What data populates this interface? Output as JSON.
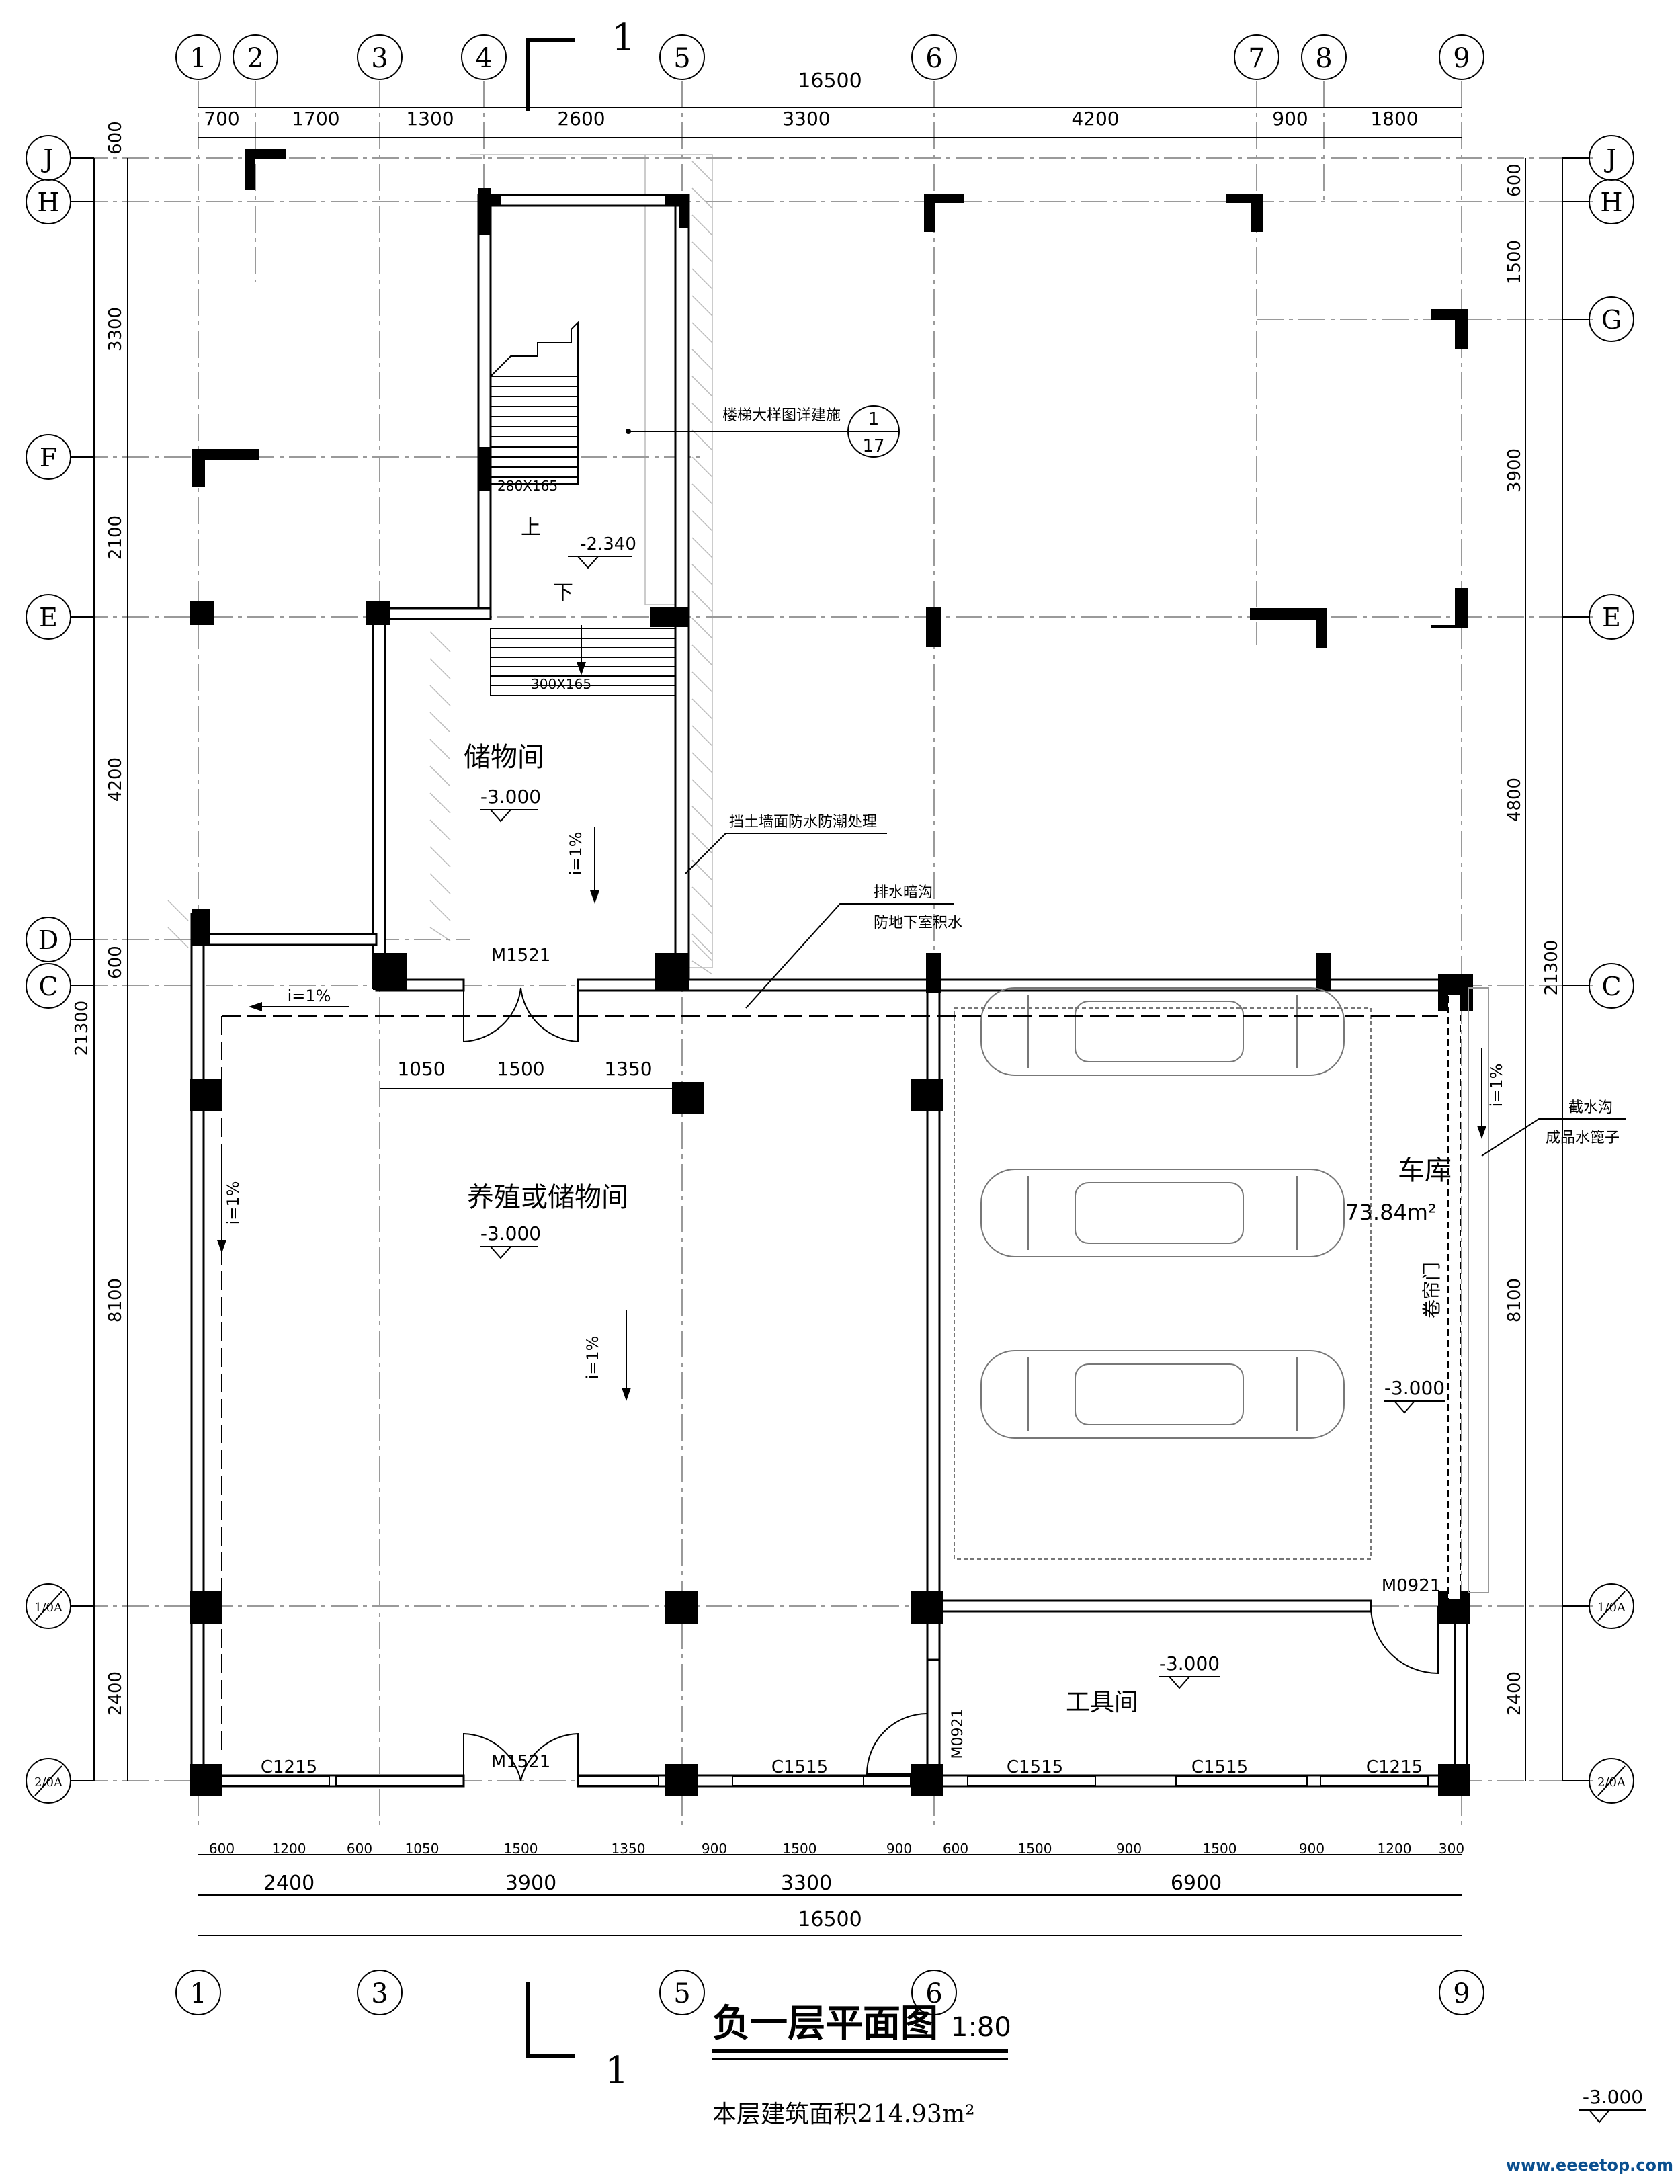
{
  "drawing": {
    "title": "负一层平面图",
    "scale": "1:80",
    "area_note": "本层建筑面积214.93m²",
    "watermark": "www.eeeetop.com",
    "corner_level": "-3.000",
    "section_mark": "1"
  },
  "axes": {
    "top": [
      "1",
      "2",
      "3",
      "4",
      "5",
      "6",
      "7",
      "8",
      "9"
    ],
    "bottom": [
      "1",
      "3",
      "5",
      "6",
      "9"
    ],
    "left": [
      "J",
      "H",
      "F",
      "E",
      "D",
      "C",
      "1/0A",
      "2/0A"
    ],
    "right": [
      "J",
      "H",
      "G",
      "E",
      "C",
      "1/0A",
      "2/0A"
    ]
  },
  "dimensions": {
    "top_total": "16500",
    "top_segments": [
      "700",
      "1700",
      "1300",
      "2600",
      "3300",
      "4200",
      "900",
      "1800"
    ],
    "left_segments": [
      "600",
      "3300",
      "2100",
      "4200",
      "600",
      "8100",
      "2400"
    ],
    "left_total": "21300",
    "right_segments": [
      "600",
      "1500",
      "3900",
      "4800",
      "8100",
      "2400"
    ],
    "right_total": "21300",
    "door_segments": [
      "1050",
      "1500",
      "1350"
    ],
    "bottom_detail": [
      "600",
      "1200",
      "600",
      "1050",
      "1500",
      "1350",
      "900",
      "1500",
      "900",
      "600",
      "1500",
      "900",
      "1500",
      "900",
      "1200",
      "300"
    ],
    "bottom_mid": [
      "2400",
      "3900",
      "3300",
      "6900"
    ],
    "bottom_total": "16500"
  },
  "rooms": {
    "storage": "储物间",
    "storage_level": "-3.000",
    "breeding": "养殖或储物间",
    "breeding_level": "-3.000",
    "garage": "车库",
    "garage_area": "73.84m²",
    "garage_level": "-3.000",
    "tool": "工具间",
    "tool_level": "-3.000"
  },
  "labels": {
    "stair_detail": "楼梯大样图详建施",
    "stair_ref_top": "1",
    "stair_ref_bottom": "17",
    "stair_up_tread": "280X165",
    "stair_down_tread": "300X165",
    "stair_landing_level": "-2.340",
    "up": "上",
    "down": "下",
    "retaining_wall": "挡土墙面防水防潮处理",
    "drain_1": "排水暗沟",
    "drain_2": "防地下室积水",
    "intercept_1": "截水沟",
    "intercept_2": "成品水篦子",
    "rolling_door": "卷帘门",
    "slope": "i=1%"
  },
  "openings": {
    "door_m1521": "M1521",
    "door_m0921": "M0921",
    "win_c1215": "C1215",
    "win_c1515": "C1515"
  }
}
